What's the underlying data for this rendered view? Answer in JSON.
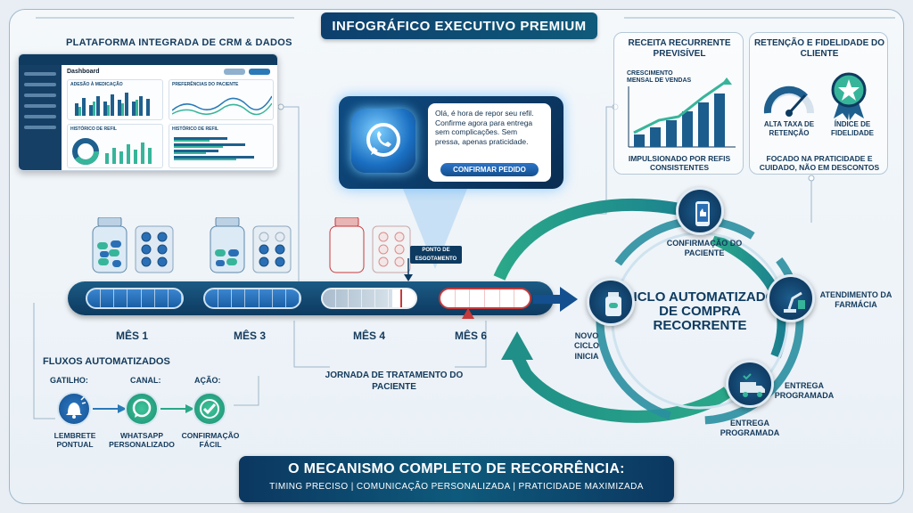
{
  "title": "INFOGRÁFICO EXECUTIVO PREMIUM",
  "crm": {
    "header": "PLATAFORMA INTEGRADA DE CRM & DADOS",
    "dashboard_title": "Dashboard",
    "card_adesao": "ADESÃO À MEDICAÇÃO",
    "card_preferencias": "PREFERÊNCIAS DO PACIENTE",
    "card_hist1": "HISTÓRICO DE REFIL",
    "card_hist2": "HISTÓRICO DE REFIL"
  },
  "receita": {
    "header": "RECEITA RECURRENTE PREVISÍVEL",
    "chart_label": "CRESCIMENTO MENSAL DE VENDAS",
    "caption": "IMPULSIONADO POR REFIS CONSISTENTES"
  },
  "retencao": {
    "header": "RETENÇÃO E FIDELIDADE DO CLIENTE",
    "gauge_label": "ALTA TAXA DE RETENÇÃO",
    "badge_label": "ÍNDICE DE FIDELIDADE",
    "caption": "FOCADO NA PRATICIDADE E CUIDADO, NÃO EM DESCONTOS"
  },
  "message": {
    "text": "Olá, é hora de repor seu refil. Confirme agora para entrega sem complicações. Sem pressa, apenas praticidade.",
    "button": "CONFIRMAR PEDIDO"
  },
  "timeline": {
    "months": [
      "MÊS 1",
      "MÊS 3",
      "MÊS 4",
      "MÊS 6"
    ],
    "ponto": "PONTO DE ESGOTAMENTO",
    "jornada": "JORNADA DE TRATAMENTO DO PACIENTE"
  },
  "cycle": {
    "center": "CICLO AUTOMATIZADO DE COMPRA RECORRENTE",
    "confirmacao": "CONFIRMAÇÃO DO PACIENTE",
    "atendimento": "ATENDIMENTO DA FARMÁCIA",
    "entrega_a": "ENTREGA PROGRAMADA",
    "entrega_b": "ENTREGA PROGRAMADA",
    "novo": "NOVO CICLO INICIA"
  },
  "flows": {
    "header": "FLUXOS AUTOMATIZADOS",
    "gatilho": "GATILHO:",
    "canal": "CANAL:",
    "acao": "AÇÃO:",
    "lembrete": "LEMBRETE PONTUAL",
    "whatsapp": "WHATSAPP PERSONALIZADO",
    "confirmacao": "CONFIRMAÇÃO FÁCIL"
  },
  "footer": {
    "title": "O MECANISMO COMPLETO DE RECORRÊNCIA:",
    "subtitle": "TIMING PRECISO | COMUNICAÇÃO PERSONALIZADA | PRATICIDADE MAXIMIZADA"
  },
  "colors": {
    "navy": "#0d3a60",
    "teal": "#2aa889",
    "blue": "#2c74c9",
    "red": "#c63a3a"
  }
}
